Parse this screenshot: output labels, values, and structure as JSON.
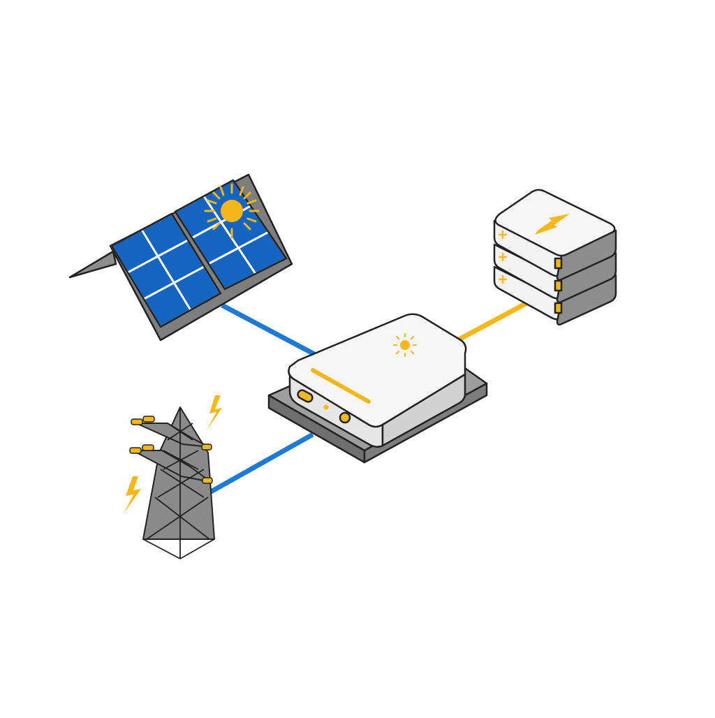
{
  "diagram": {
    "nodes": [
      {
        "id": "solar",
        "icon": "solar-panel-icon"
      },
      {
        "id": "inverter",
        "icon": "inverter-icon"
      },
      {
        "id": "battery",
        "icon": "battery-stack-icon"
      },
      {
        "id": "grid",
        "icon": "transmission-tower-icon"
      }
    ],
    "links": [
      {
        "from": "solar",
        "to": "inverter",
        "color": "#1f7ad6"
      },
      {
        "from": "grid",
        "to": "inverter",
        "color": "#1f7ad6"
      },
      {
        "from": "inverter",
        "to": "battery",
        "color": "#f5b719"
      }
    ]
  },
  "colors": {
    "panel_blue": "#1565c0",
    "accent_yellow": "#f5b719",
    "link_blue": "#1f7ad6",
    "outline": "#222222",
    "device_white": "#f7f7f7",
    "device_gray": "#8d8d8d"
  }
}
